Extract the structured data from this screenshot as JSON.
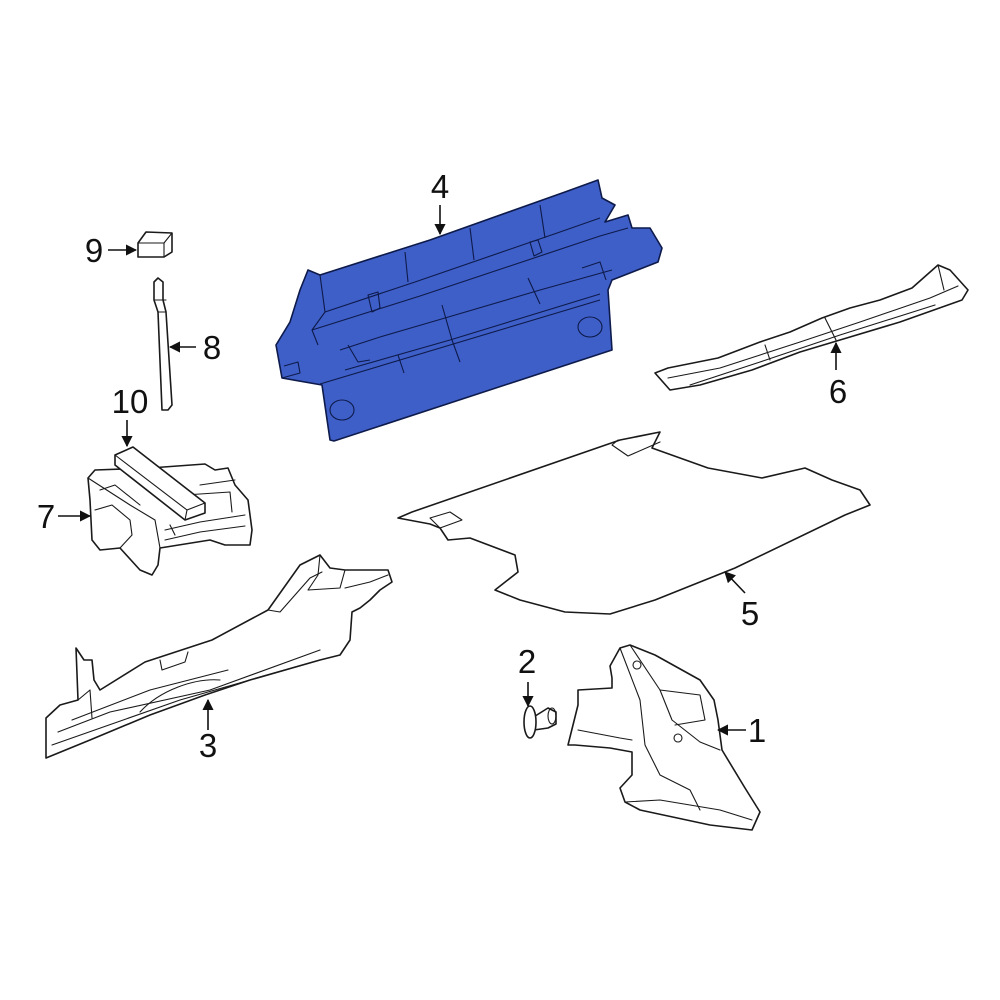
{
  "colors": {
    "highlight": "#3f5fc8",
    "line": "#1a1a1a",
    "background": "#ffffff"
  },
  "callouts": [
    {
      "id": "1",
      "label": "1"
    },
    {
      "id": "2",
      "label": "2"
    },
    {
      "id": "3",
      "label": "3"
    },
    {
      "id": "4",
      "label": "4",
      "highlighted": true
    },
    {
      "id": "5",
      "label": "5"
    },
    {
      "id": "6",
      "label": "6"
    },
    {
      "id": "7",
      "label": "7"
    },
    {
      "id": "8",
      "label": "8"
    },
    {
      "id": "9",
      "label": "9"
    },
    {
      "id": "10",
      "label": "10"
    }
  ]
}
